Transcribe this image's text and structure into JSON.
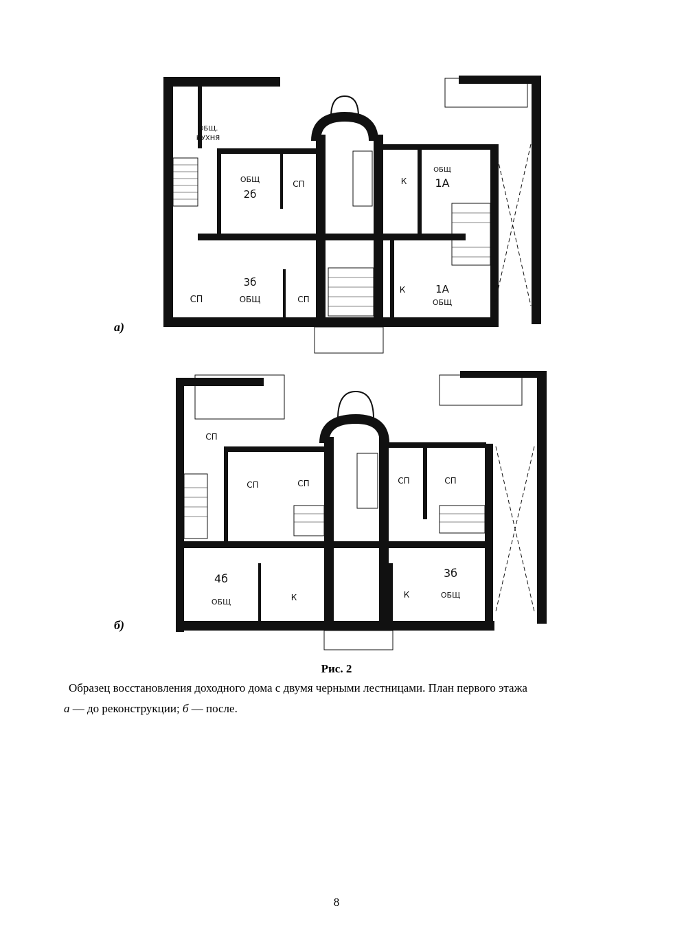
{
  "figure": {
    "plans": [
      {
        "label": "а)",
        "rooms": {
          "kitchen_1": "ОБЩ.",
          "kitchen_2": "КУХНЯ",
          "r2b_1": "ОБЩ",
          "r2b_2": "2б",
          "sp1": "СП",
          "k1": "К",
          "r1a_1": "ОБЩ",
          "r1a_2": "1А",
          "sp2": "СП",
          "r3b_1": "3б",
          "r3b_2": "ОБЩ",
          "sp3": "СП",
          "k2": "К",
          "r1a2_1": "1А",
          "r1a2_2": "ОБЩ"
        }
      },
      {
        "label": "б)",
        "rooms": {
          "sp_top": "СП",
          "sp_a": "СП",
          "sp_b": "СП",
          "sp_c": "СП",
          "sp_d": "СП",
          "r4b_1": "4б",
          "r4b_2": "ОБЩ",
          "k1": "К",
          "k2": "К",
          "r3b_1": "3б",
          "r3b_2": "ОБЩ"
        }
      }
    ],
    "caption_title": "Рис. 2",
    "caption_line1": "Образец восстановления доходного дома с двумя черными лестницами. План первого этажа",
    "caption_a": "а",
    "caption_a_text": " — до реконструкции; ",
    "caption_b": "б",
    "caption_b_text": " — после."
  },
  "page_number": "8"
}
